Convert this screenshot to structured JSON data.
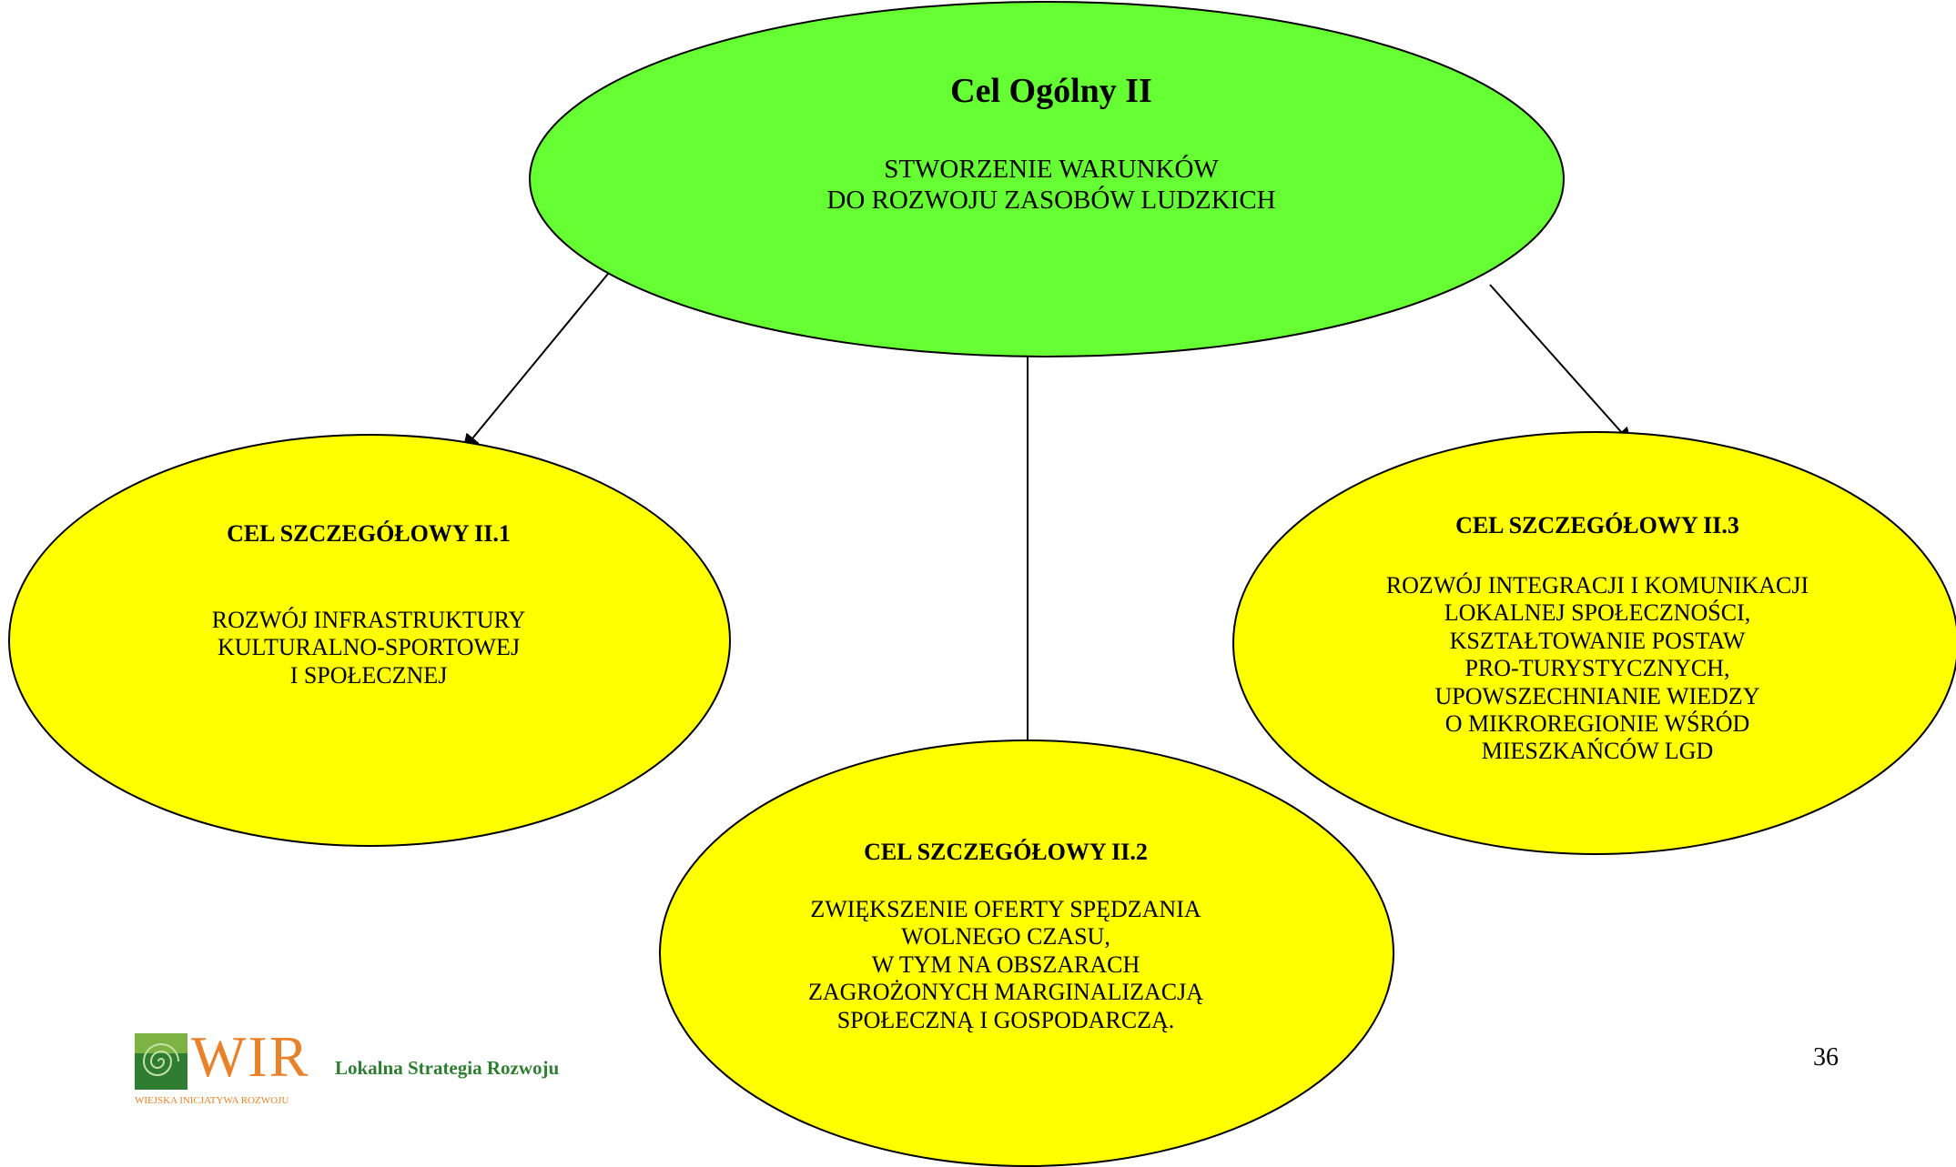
{
  "colors": {
    "main_fill": "#66ff33",
    "sub_fill": "#ffff00",
    "outline": "#000000",
    "logo_orange": "#e8822a",
    "logo_green": "#2e7d32"
  },
  "main_goal": {
    "title": "Cel Ogólny II",
    "description": "STWORZENIE WARUNKÓW\nDO ROZWOJU ZASOBÓW LUDZKICH"
  },
  "specific_goals": [
    {
      "title": "CEL SZCZEGÓŁOWY II.1",
      "description": "ROZWÓJ INFRASTRUKTURY\nKULTURALNO-SPORTOWEJ\nI SPOŁECZNEJ"
    },
    {
      "title": "CEL SZCZEGÓŁOWY II.2",
      "description": "ZWIĘKSZENIE OFERTY SPĘDZANIA\nWOLNEGO CZASU,\nW TYM NA OBSZARACH\nZAGROŻONYCH MARGINALIZACJĄ\nSPOŁECZNĄ  I GOSPODARCZĄ."
    },
    {
      "title": "CEL SZCZEGÓŁOWY II.3",
      "description": "ROZWÓJ INTEGRACJI I KOMUNIKACJI\nLOKALNEJ SPOŁECZNOŚCI,\nKSZTAŁTOWANIE POSTAW\nPRO-TURYSTYCZNYCH,\nUPOWSZECHNIANIE WIEDZY\nO MIKROREGIONIE  WŚRÓD\nMIESZKAŃCÓW LGD"
    }
  ],
  "logo": {
    "wordmark": "WIR",
    "name": "Lokalna Strategia Rozwoju",
    "tagline": "WIEJSKA INICJATYWA ROZWOJU"
  },
  "page_number": "36"
}
